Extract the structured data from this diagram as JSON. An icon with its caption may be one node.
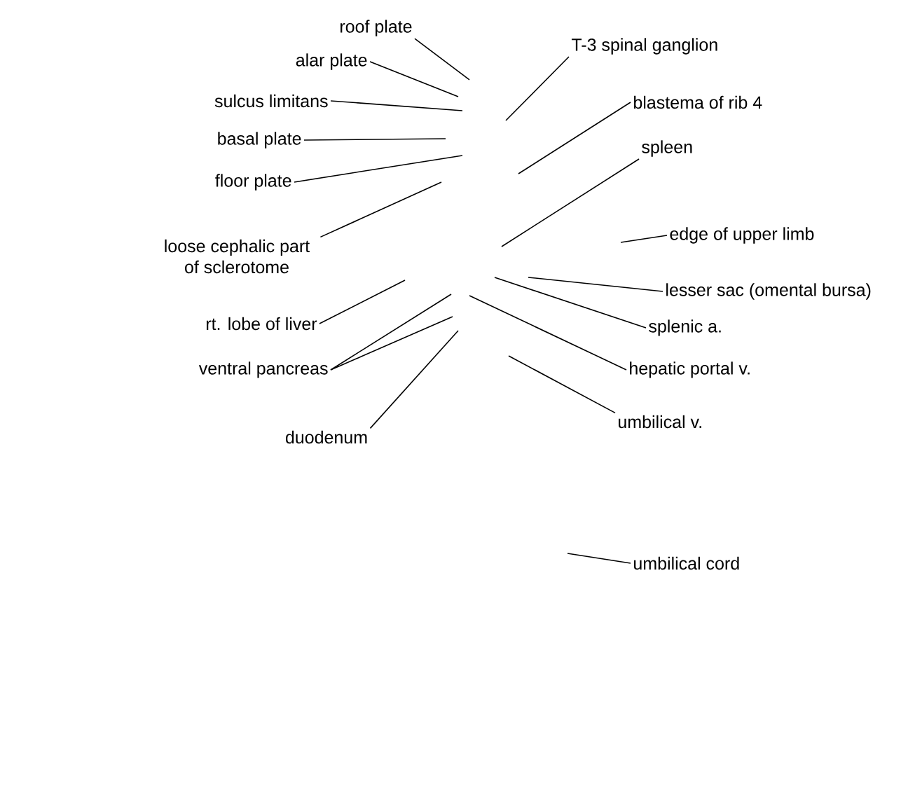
{
  "diagram": {
    "nodes": [
      {
        "text": [
          "roof plate"
        ]
      },
      {
        "text": [
          "alar plate"
        ]
      },
      {
        "text": [
          "sulcus limitans"
        ]
      },
      {
        "text": [
          "basal plate"
        ]
      },
      {
        "text": [
          "floor plate"
        ]
      },
      {
        "text": [
          "loose cephalic part of sclerotome"
        ]
      },
      {
        "text": [
          "rt. lobe of liver"
        ]
      },
      {
        "text": [
          "ventral pancreas"
        ]
      },
      {
        "text": [
          "duodenum"
        ]
      },
      {
        "text": [
          "T-3 spinal ganglion"
        ]
      },
      {
        "text": [
          "blastema of rib 4"
        ]
      },
      {
        "text": [
          "spleen"
        ]
      },
      {
        "text": [
          "edge of upper limb"
        ]
      },
      {
        "text": [
          "lesser sac (omental bursa)"
        ]
      },
      {
        "text": [
          "splenic a."
        ]
      },
      {
        "text": [
          "hepatic portal v."
        ]
      },
      {
        "text": [
          "umbilical v."
        ]
      },
      {
        "text": [
          "umbilical cord"
        ]
      }
    ],
    "edges": [
      {
        "from": 0,
        "to": null,
        "arrow": "none"
      },
      {
        "from": 1,
        "to": null,
        "arrow": "none"
      },
      {
        "from": 2,
        "to": null,
        "arrow": "none"
      },
      {
        "from": 3,
        "to": null,
        "arrow": "none"
      },
      {
        "from": 4,
        "to": null,
        "arrow": "none"
      },
      {
        "from": 5,
        "to": null,
        "arrow": "none"
      },
      {
        "from": 6,
        "to": null,
        "arrow": "none"
      },
      {
        "from": 7,
        "to": null,
        "arrow": "none"
      },
      {
        "from": 7,
        "to": null,
        "arrow": "none"
      },
      {
        "from": 8,
        "to": null,
        "arrow": "none"
      },
      {
        "from": 9,
        "to": null,
        "arrow": "none"
      },
      {
        "from": 10,
        "to": null,
        "arrow": "none"
      },
      {
        "from": 11,
        "to": null,
        "arrow": "none"
      },
      {
        "from": 12,
        "to": null,
        "arrow": "none"
      },
      {
        "from": 13,
        "to": null,
        "arrow": "none"
      },
      {
        "from": 14,
        "to": null,
        "arrow": "none"
      },
      {
        "from": 15,
        "to": null,
        "arrow": "none"
      },
      {
        "from": 16,
        "to": null,
        "arrow": "none"
      },
      {
        "from": 17,
        "to": null,
        "arrow": "none"
      }
    ]
  }
}
